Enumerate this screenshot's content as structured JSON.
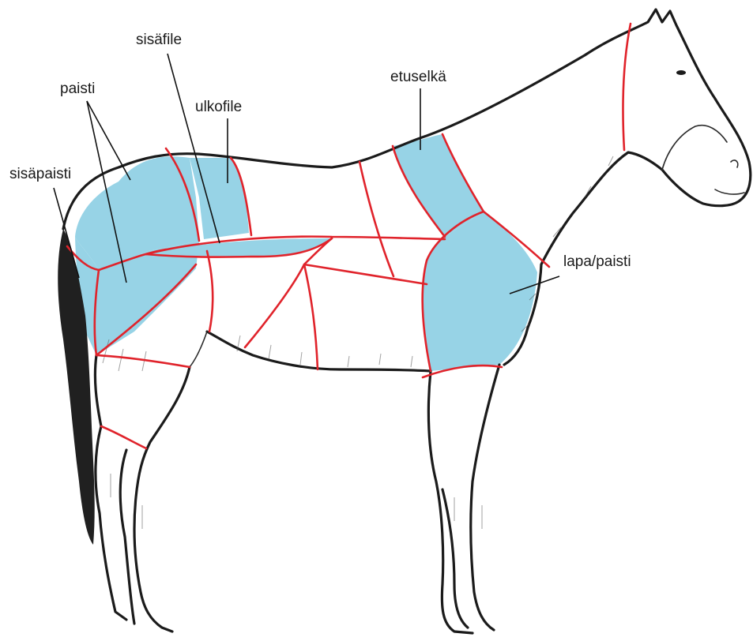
{
  "labels": {
    "sisafile": "sisäfile",
    "paisti": "paisti",
    "ulkofile": "ulkofile",
    "etuselka": "etuselkä",
    "sisapaisti": "sisäpaisti",
    "lapa_paisti": "lapa/paisti"
  },
  "colors": {
    "cut_fill": "#97d3e6",
    "cut_line": "#e0232b",
    "outline": "#1b1b1b"
  }
}
